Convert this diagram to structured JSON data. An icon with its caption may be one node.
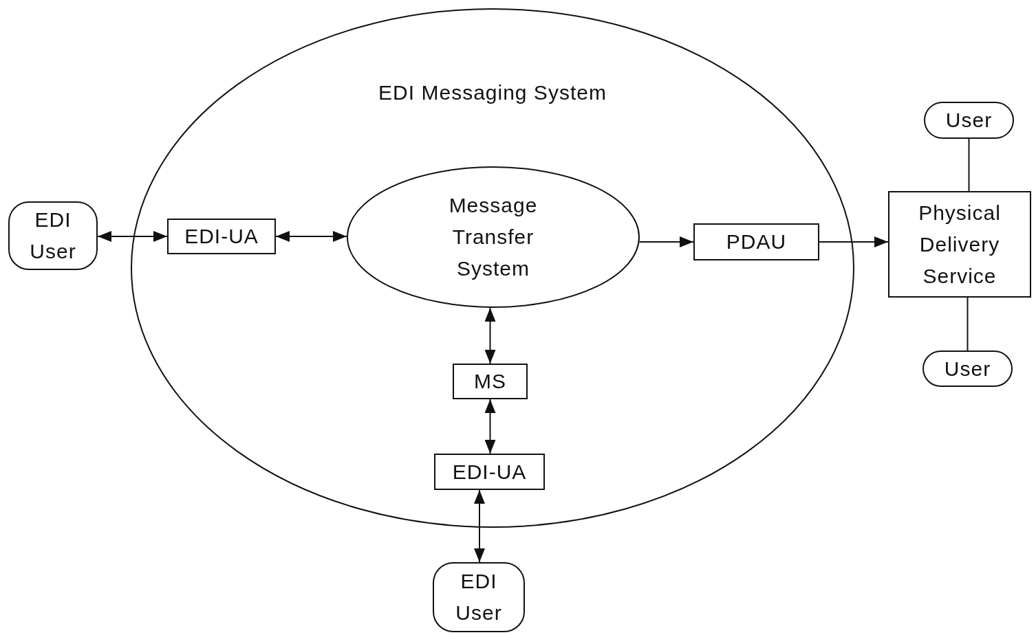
{
  "diagram": {
    "nodes": [
      {
        "text": [
          "EDI Messaging System"
        ]
      },
      {
        "text": [
          "EDI User"
        ]
      },
      {
        "text": [
          "EDI-UA"
        ],
        "in": 0
      },
      {
        "text": [
          "Message Transfer System"
        ],
        "in": 0
      },
      {
        "text": [
          "PDAU"
        ],
        "in": 0
      },
      {
        "text": [
          "User"
        ]
      },
      {
        "text": [
          "Physical Delivery Service"
        ]
      },
      {
        "text": [
          "User"
        ]
      },
      {
        "text": [
          "MS"
        ],
        "in": 0
      },
      {
        "text": [
          "EDI-UA"
        ],
        "in": 0
      },
      {
        "text": [
          "EDI User"
        ]
      }
    ],
    "edges": [
      {
        "from": 1,
        "to": 2,
        "arrow": "both"
      },
      {
        "from": 2,
        "to": 3,
        "arrow": "both"
      },
      {
        "from": 3,
        "to": 4,
        "arrow": "to"
      },
      {
        "from": 4,
        "to": 6,
        "arrow": "to"
      },
      {
        "from": 5,
        "to": 6,
        "arrow": "none"
      },
      {
        "from": 6,
        "to": 7,
        "arrow": "none"
      },
      {
        "from": 3,
        "to": 8,
        "arrow": "both"
      },
      {
        "from": 8,
        "to": 9,
        "arrow": "both"
      },
      {
        "from": 9,
        "to": 10,
        "arrow": "both"
      }
    ]
  }
}
